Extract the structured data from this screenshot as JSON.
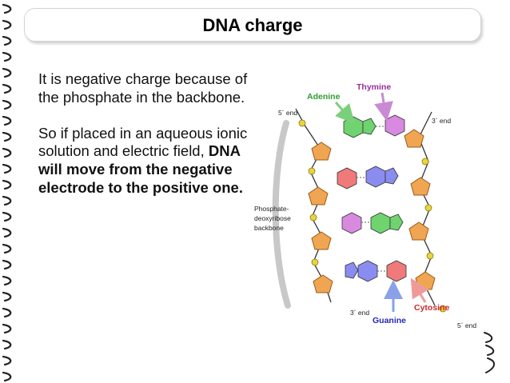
{
  "slide": {
    "title": "DNA charge",
    "paragraph1": "It is negative charge because of the phosphate in the backbone.",
    "paragraph2_intro": "So if placed in an aqueous ionic solution and electric field,",
    "paragraph2_bold": "DNA will move from the negative electrode to the positive one."
  },
  "diagram": {
    "labels": {
      "adenine": "Adenine",
      "thymine": "Thymine",
      "guanine": "Guanine",
      "cytosine": "Cytosine",
      "backbone_line1": "Phosphate-",
      "backbone_line2": "deoxyribose",
      "backbone_line3": "backbone",
      "end5_top": "5´ end",
      "end3_top": "3´ end",
      "end3_bottom": "3´ end",
      "end5_bottom": "5´ end"
    },
    "colors": {
      "adenine": "#2e9e2e",
      "thymine": "#9c2c9c",
      "guanine": "#2626b8",
      "cytosine": "#cc2a2a",
      "sugar": "#e89b48",
      "phosphate": "#e6d23a"
    }
  }
}
